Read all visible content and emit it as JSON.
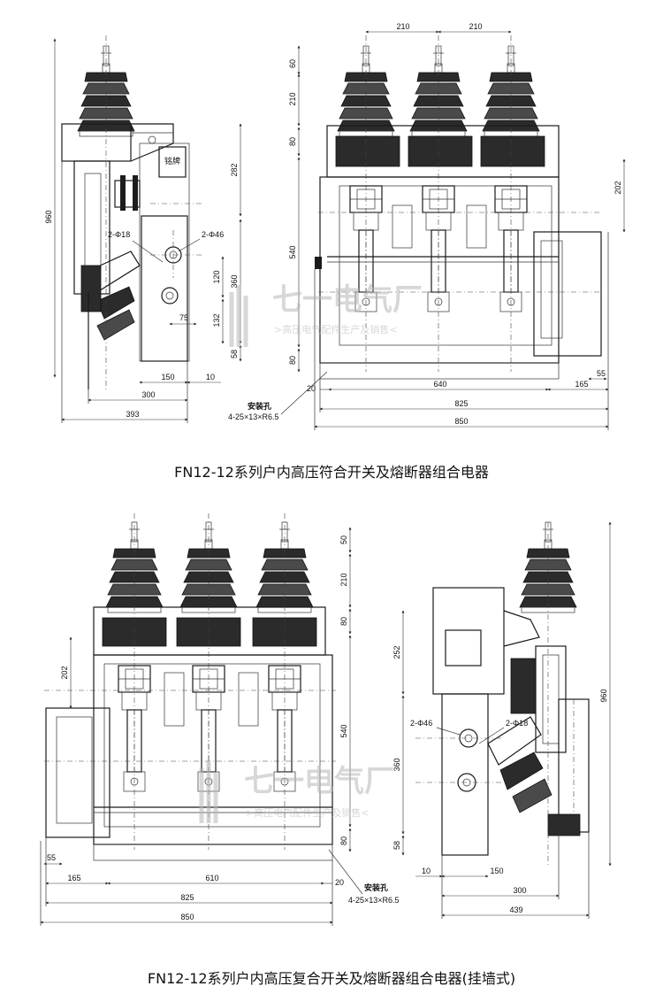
{
  "captions": {
    "top": "FN12-12系列户内高压符合开关及熔断器组合电器",
    "bottom": "FN12-12系列户内高压复合开关及熔断器组合电器(挂墙式)"
  },
  "watermark": {
    "name": "七一电气厂",
    "slogan": ">高压电气配件生产及销售<"
  },
  "labels": {
    "nameplate": "铭牌",
    "hole_d18": "2-Φ18",
    "hole_d46": "2-Φ46",
    "mount_hole_title": "安装孔",
    "mount_hole_spec": "4-25×13×R6.5"
  },
  "dims_top_side": {
    "height": "960",
    "d282": "282",
    "d360": "360",
    "d120": "120",
    "d132": "132",
    "d58": "58",
    "d75": "75",
    "d150": "150",
    "d10": "10",
    "d300": "300",
    "d393": "393"
  },
  "dims_top_front": {
    "d210a": "210",
    "d210b": "210",
    "d60": "60",
    "d210v": "210",
    "d80a": "80",
    "d540": "540",
    "d80b": "80",
    "d202": "202",
    "d55": "55",
    "d20": "20",
    "d640": "640",
    "d165": "165",
    "d825": "825",
    "d850": "850"
  },
  "dims_bottom_front": {
    "d50": "50",
    "d210": "210",
    "d80a": "80",
    "d202": "202",
    "d540": "540",
    "d80b": "80",
    "d55": "55",
    "d165": "165",
    "d610": "610",
    "d20": "20",
    "d825": "825",
    "d850": "850"
  },
  "dims_bottom_side": {
    "d252": "252",
    "d360": "360",
    "d58": "58",
    "height": "960",
    "d10": "10",
    "d150": "150",
    "d300": "300",
    "d439": "439"
  }
}
